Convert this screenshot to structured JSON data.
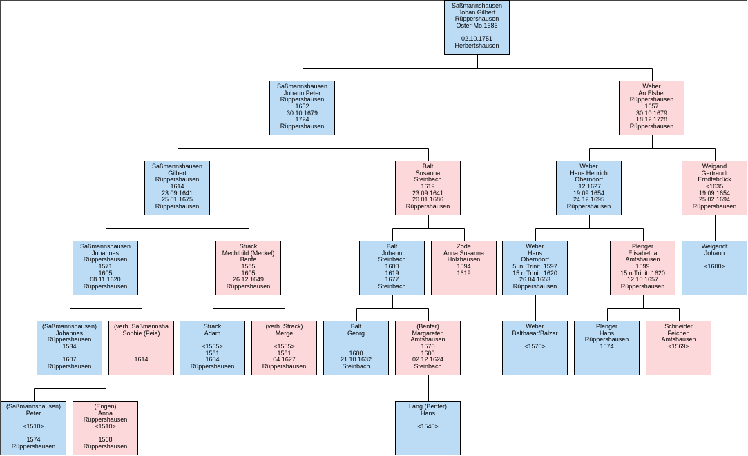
{
  "colors": {
    "male": "#bcdcf6",
    "female": "#fdd8da",
    "border": "#000000",
    "line": "#000000"
  },
  "persons": [
    {
      "id": "p0",
      "sex": "m",
      "lines": [
        "Saßmannshausen",
        "Johan Gilbert",
        "Rüppershausen",
        "Oster-Mo.1686",
        "",
        "02.10.1751",
        "Herbertshausen"
      ]
    },
    {
      "id": "p1",
      "sex": "m",
      "lines": [
        "Saßmannshausen",
        "Johann Peter",
        "Rüppershausen",
        "1652",
        "30.10.1679",
        "1724",
        "Rüppershausen"
      ]
    },
    {
      "id": "p2",
      "sex": "f",
      "lines": [
        "Weber",
        "An Elsbet",
        "Rüppershausen",
        "1657",
        "30.10.1679",
        "18.12.1728",
        "Rüppershausen"
      ]
    },
    {
      "id": "p3",
      "sex": "m",
      "lines": [
        "Saßmannshausen",
        "Gilbert",
        "Rüppershausen",
        "1614",
        "23.09.1641",
        "25.01.1675",
        "Rüppershausen"
      ]
    },
    {
      "id": "p4",
      "sex": "f",
      "lines": [
        "Balt",
        "Susanna",
        "Steinbach",
        "1619",
        "23.09.1641",
        "20.01.1686",
        "Rüppershausen"
      ]
    },
    {
      "id": "p5",
      "sex": "m",
      "lines": [
        "Weber",
        "Hans Henrich",
        "Oberndorf",
        ".12.1627",
        "19.09.1654",
        "24.12.1695",
        "Rüppershausen"
      ]
    },
    {
      "id": "p6",
      "sex": "f",
      "lines": [
        "Weigand",
        "Gertraudt",
        "Erndtebrück",
        "<1635",
        "19.09.1654",
        "25.02.1694",
        "Rüppershausen"
      ]
    },
    {
      "id": "p7",
      "sex": "m",
      "lines": [
        "Saßmannshausen",
        "Johannes",
        "Rüppershausen",
        "1571",
        "1605",
        "08.11.1620",
        "Rüppershausen"
      ]
    },
    {
      "id": "p8",
      "sex": "f",
      "lines": [
        "Strack",
        "Mechthild (Meckel)",
        "Banfe",
        "1585",
        "1605",
        "26.12.1649",
        "Rüppershausen"
      ]
    },
    {
      "id": "p9",
      "sex": "m",
      "lines": [
        "Balt",
        "Johann",
        "Steinbach",
        "1600",
        "1619",
        "1677",
        "Steinbach"
      ]
    },
    {
      "id": "p10",
      "sex": "f",
      "lines": [
        "Zode",
        "Anna Susanna",
        "Holzhausen",
        "1594",
        "1619"
      ]
    },
    {
      "id": "p11",
      "sex": "m",
      "lines": [
        "Weber",
        "Hans",
        "Oberndorf",
        "5. n. Trinit. 1597",
        "15.n.Trinit. 1620",
        "26.04.1653",
        "Rüppershausen"
      ]
    },
    {
      "id": "p12",
      "sex": "f",
      "lines": [
        "Plenger",
        "Elisabetha",
        "Amtshausen",
        "1599",
        "15.n.Trinit. 1620",
        "12.10.1657",
        "Rüppershausen"
      ]
    },
    {
      "id": "p13",
      "sex": "m",
      "lines": [
        "Weigandt",
        "Johann",
        "",
        "<1600>"
      ]
    },
    {
      "id": "p14",
      "sex": "m",
      "lines": [
        "(Saßmannshausen)",
        "Johannes",
        "Rüppershausen",
        "1534",
        "",
        "1607",
        "Rüppershausen"
      ]
    },
    {
      "id": "p15",
      "sex": "f",
      "lines": [
        "(verh. Saßmannsha",
        "Sophie (Feia)",
        "",
        "",
        "",
        "1614"
      ]
    },
    {
      "id": "p16",
      "sex": "m",
      "lines": [
        "Strack",
        "Adam",
        "",
        "<1555>",
        "1581",
        "1604",
        "Rüppershausen"
      ]
    },
    {
      "id": "p17",
      "sex": "f",
      "lines": [
        "(verh. Strack)",
        "Merge",
        "",
        "<1555>",
        "1581",
        "04.1627",
        "Rüppershausen"
      ]
    },
    {
      "id": "p18",
      "sex": "m",
      "lines": [
        "Balt",
        "Georg",
        "",
        "",
        "1600",
        "21.10.1632",
        "Steinbach"
      ]
    },
    {
      "id": "p19",
      "sex": "f",
      "lines": [
        "(Benfer)",
        "Margareten",
        "Amtshausen",
        "1570",
        "1600",
        "02.12.1624",
        "Steinbach"
      ]
    },
    {
      "id": "p20",
      "sex": "m",
      "lines": [
        "Weber",
        "Balthasar/Balzar",
        "",
        "<1570>"
      ]
    },
    {
      "id": "p21",
      "sex": "m",
      "lines": [
        "Plenger",
        "Hans",
        "Rüppershausen",
        "1574"
      ]
    },
    {
      "id": "p22",
      "sex": "f",
      "lines": [
        "Schneider",
        "Feichen",
        "Amtshausen",
        "<1569>"
      ]
    },
    {
      "id": "p23",
      "sex": "m",
      "lines": [
        "(Saßmannshausen)",
        "Peter",
        "",
        "<1510>",
        "",
        "1574",
        "Rüppershausen"
      ]
    },
    {
      "id": "p24",
      "sex": "f",
      "lines": [
        "(Engen)",
        "Anna",
        "Rüppershausen",
        "<1510>",
        "",
        "1568",
        "Rüppershausen"
      ]
    },
    {
      "id": "p25",
      "sex": "m",
      "lines": [
        "Lang (Benfer)",
        "Hans",
        "",
        "<1540>"
      ]
    }
  ],
  "relations": [
    {
      "child": "p0",
      "father": "p1",
      "mother": "p2"
    },
    {
      "child": "p1",
      "father": "p3",
      "mother": "p4"
    },
    {
      "child": "p2",
      "father": "p5",
      "mother": "p6"
    },
    {
      "child": "p3",
      "father": "p7",
      "mother": "p8"
    },
    {
      "child": "p4",
      "father": "p9",
      "mother": "p10"
    },
    {
      "child": "p5",
      "father": "p11",
      "mother": "p12"
    },
    {
      "child": "p6",
      "father": "p13"
    },
    {
      "child": "p7",
      "father": "p14",
      "mother": "p15"
    },
    {
      "child": "p8",
      "father": "p16",
      "mother": "p17"
    },
    {
      "child": "p9",
      "father": "p18",
      "mother": "p19"
    },
    {
      "child": "p11",
      "father": "p20"
    },
    {
      "child": "p12",
      "father": "p21",
      "mother": "p22"
    },
    {
      "child": "p14",
      "father": "p23",
      "mother": "p24"
    },
    {
      "child": "p19",
      "father": "p25"
    }
  ]
}
